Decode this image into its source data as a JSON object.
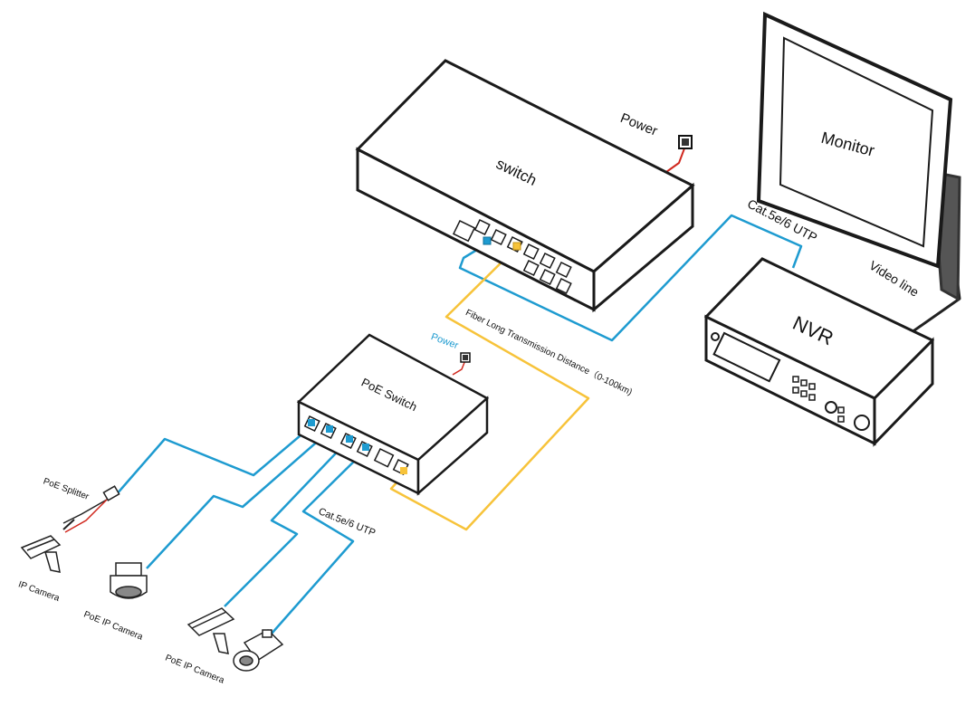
{
  "labels": {
    "switch": "switch",
    "power_top": "Power",
    "monitor": "Monitor",
    "nvr": "NVR",
    "video_line": "Video line",
    "cat_top": "Cat.5e/6 UTP",
    "fiber": "Fiber Long Transmission Distance（0-100km)",
    "power_poe": "Power",
    "poe_switch": "PoE  Switch",
    "cat_bottom": "Cat.5e/6 UTP",
    "poe_splitter": "PoE Splitter",
    "ip_camera": "IP Camera",
    "poe_ip_camera_1": "PoE IP Camera",
    "poe_ip_camera_2": "PoE IP Camera"
  },
  "colors": {
    "ethernet_cable": "#1e9bd0",
    "fiber_cable": "#f7c33a",
    "power_cable": "#d0281e",
    "power_label_blue": "#1e9bd0",
    "outline": "#1a1a1a"
  },
  "icons": [
    "power-socket-icon",
    "bullet-camera-icon",
    "dome-camera-icon",
    "lens-camera-icon"
  ]
}
